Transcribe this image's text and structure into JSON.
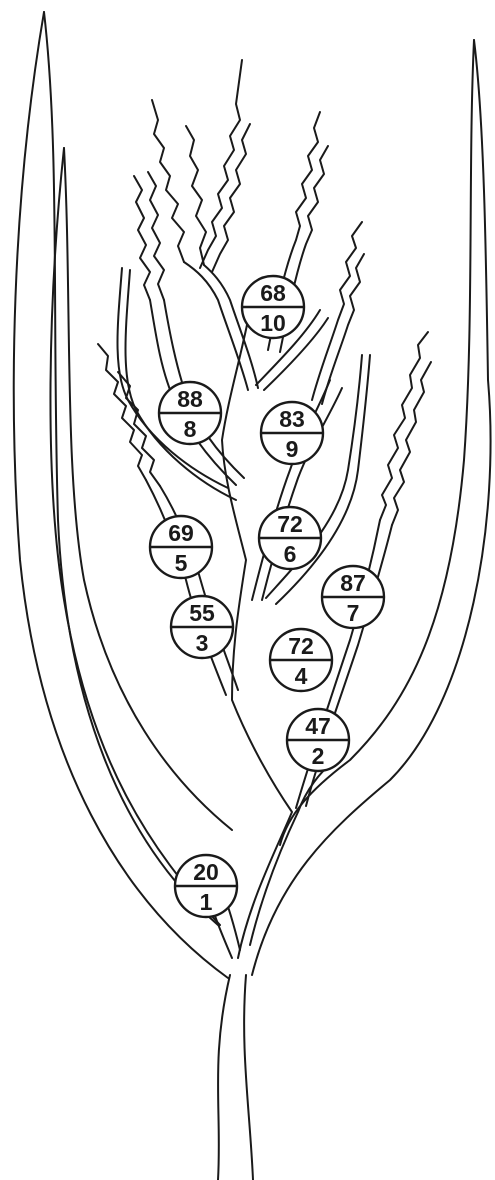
{
  "nodes": [
    {
      "id": 1,
      "top": "20",
      "bottom": "1"
    },
    {
      "id": 2,
      "top": "47",
      "bottom": "2"
    },
    {
      "id": 3,
      "top": "55",
      "bottom": "3"
    },
    {
      "id": 4,
      "top": "72",
      "bottom": "4"
    },
    {
      "id": 5,
      "top": "69",
      "bottom": "5"
    },
    {
      "id": 6,
      "top": "72",
      "bottom": "6"
    },
    {
      "id": 7,
      "top": "87",
      "bottom": "7"
    },
    {
      "id": 8,
      "top": "88",
      "bottom": "8"
    },
    {
      "id": 9,
      "top": "83",
      "bottom": "9"
    },
    {
      "id": 10,
      "top": "68",
      "bottom": "10"
    }
  ]
}
